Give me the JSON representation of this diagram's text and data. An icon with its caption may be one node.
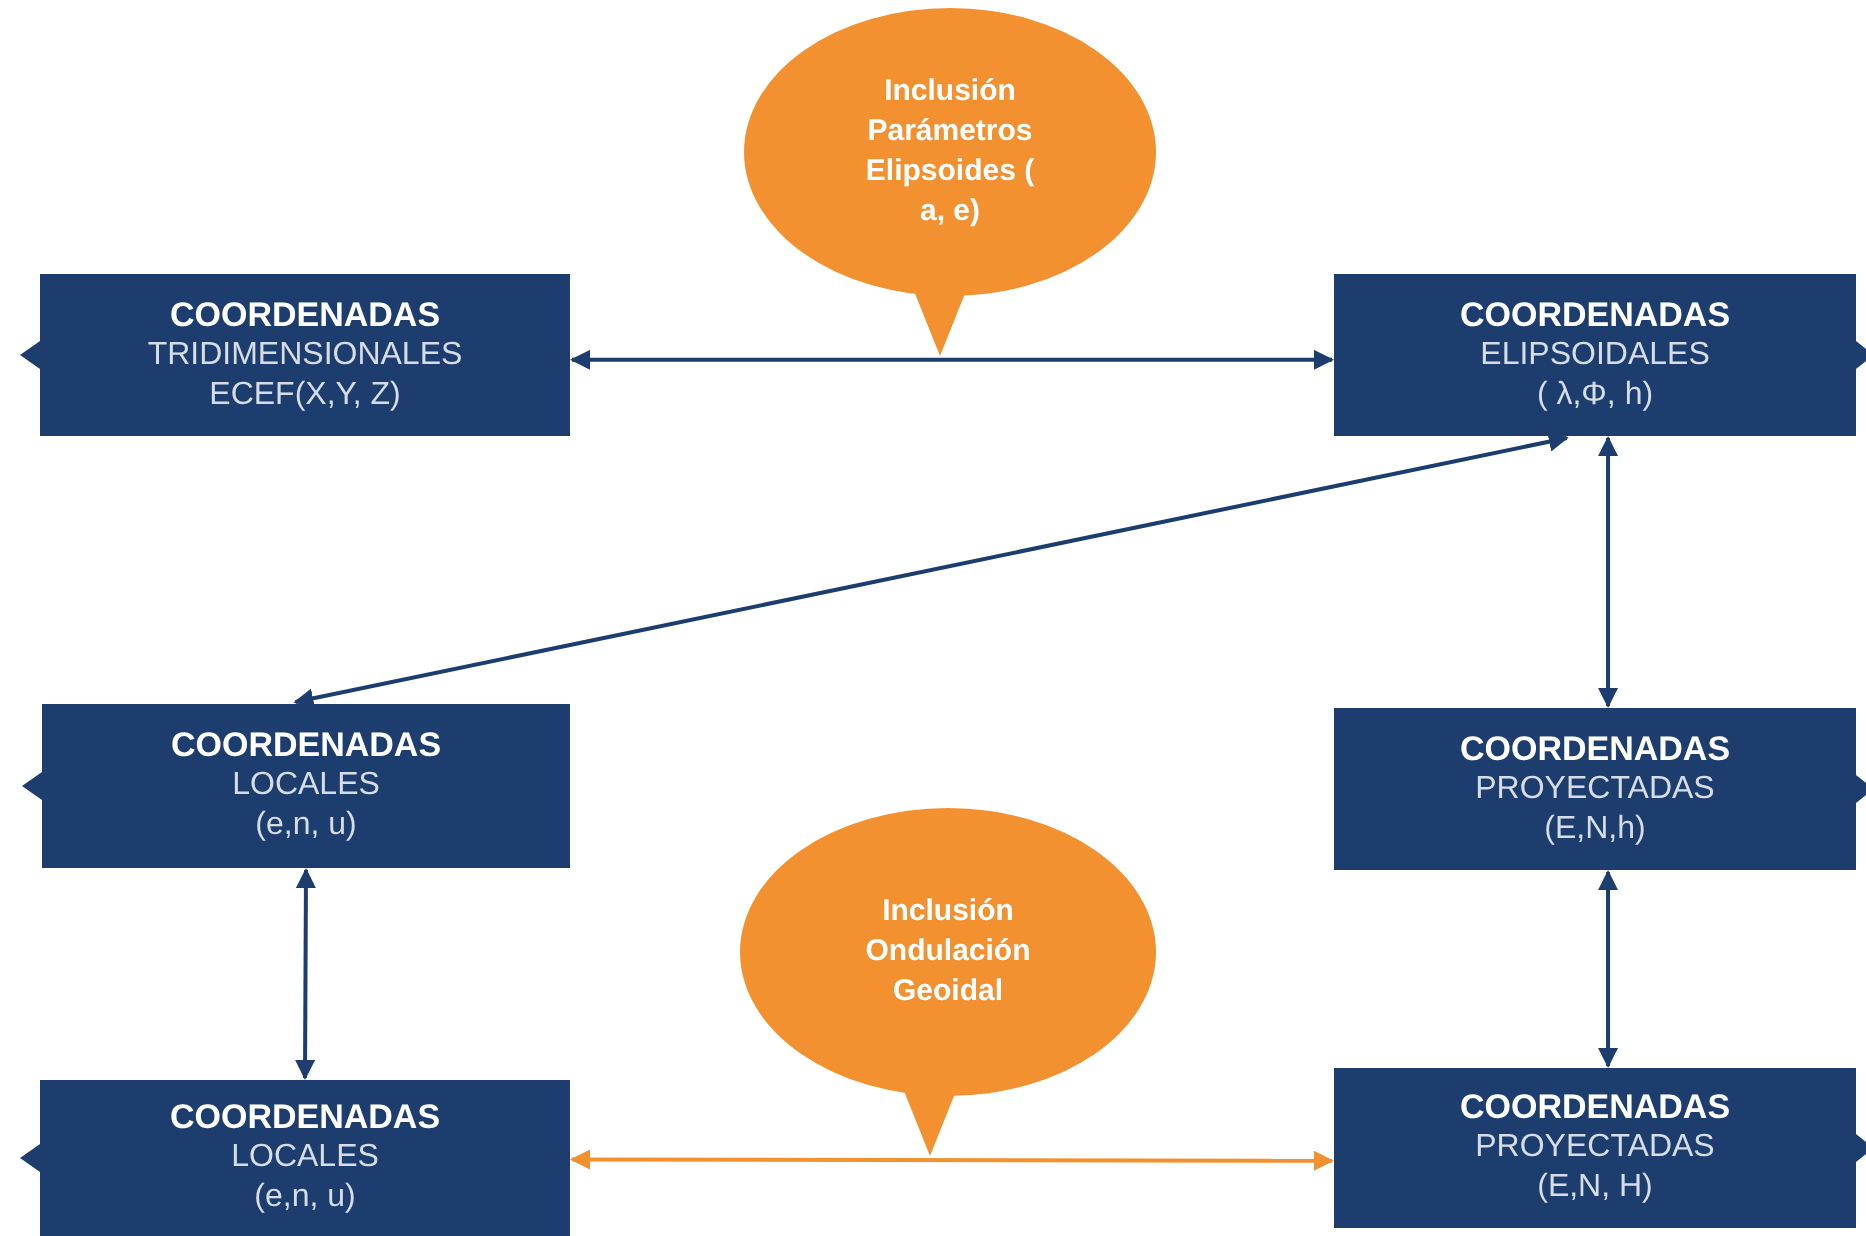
{
  "diagram": {
    "nodes": [
      {
        "text": [
          "COORDENADAS",
          "TRIDIMENSIONALES",
          "ECEF(X,Y, Z)"
        ]
      },
      {
        "text": [
          "COORDENADAS",
          "ELIPSOIDALES",
          "( λ,Φ, h)"
        ]
      },
      {
        "text": [
          "COORDENADAS",
          "LOCALES",
          "(e,n, u)"
        ]
      },
      {
        "text": [
          "COORDENADAS",
          "PROYECTADAS",
          "(E,N,h)"
        ]
      },
      {
        "text": [
          "COORDENADAS",
          "LOCALES",
          "(e,n, u)"
        ]
      },
      {
        "text": [
          "COORDENADAS",
          "PROYECTADAS",
          "(E,N, H)"
        ]
      },
      {
        "text": [
          "Inclusión Parámetros Elipsoides ( a, e)"
        ]
      },
      {
        "text": [
          "Inclusión Ondulación Geoidal"
        ]
      }
    ],
    "edges": [
      {
        "from": 0,
        "to": 1,
        "arrow": "both"
      },
      {
        "from": 1,
        "to": 2,
        "arrow": "both"
      },
      {
        "from": 1,
        "to": 3,
        "arrow": "both"
      },
      {
        "from": 2,
        "to": 4,
        "arrow": "both"
      },
      {
        "from": 3,
        "to": 5,
        "arrow": "both"
      },
      {
        "from": 4,
        "to": 5,
        "arrow": "both",
        "color": "#f39130"
      }
    ]
  }
}
